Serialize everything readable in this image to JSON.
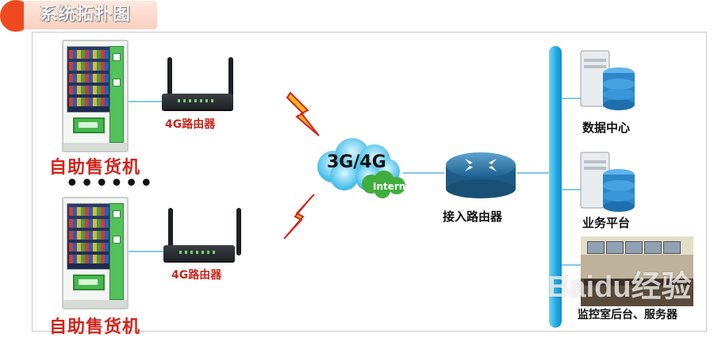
{
  "title": "系统拓扑图",
  "nodes": {
    "vending_top": "自助售货机",
    "vending_bottom": "自助售货机",
    "ellipsis": "••••••",
    "router_top": "4G路由器",
    "router_bottom": "4G路由器",
    "cloud": "3G/4G",
    "internet": "Internet",
    "core_router": "接入路由器",
    "server_data": "数据中心",
    "server_business": "业务平台",
    "monitor": "监控室后台、服务器"
  },
  "watermark": "Baidu经验",
  "colors": {
    "title_accent": "#ef4a1f",
    "vending_label": "#d2261c",
    "router_label": "#c9271d",
    "link": "#86c8e6",
    "bus": "#21a6e2"
  }
}
